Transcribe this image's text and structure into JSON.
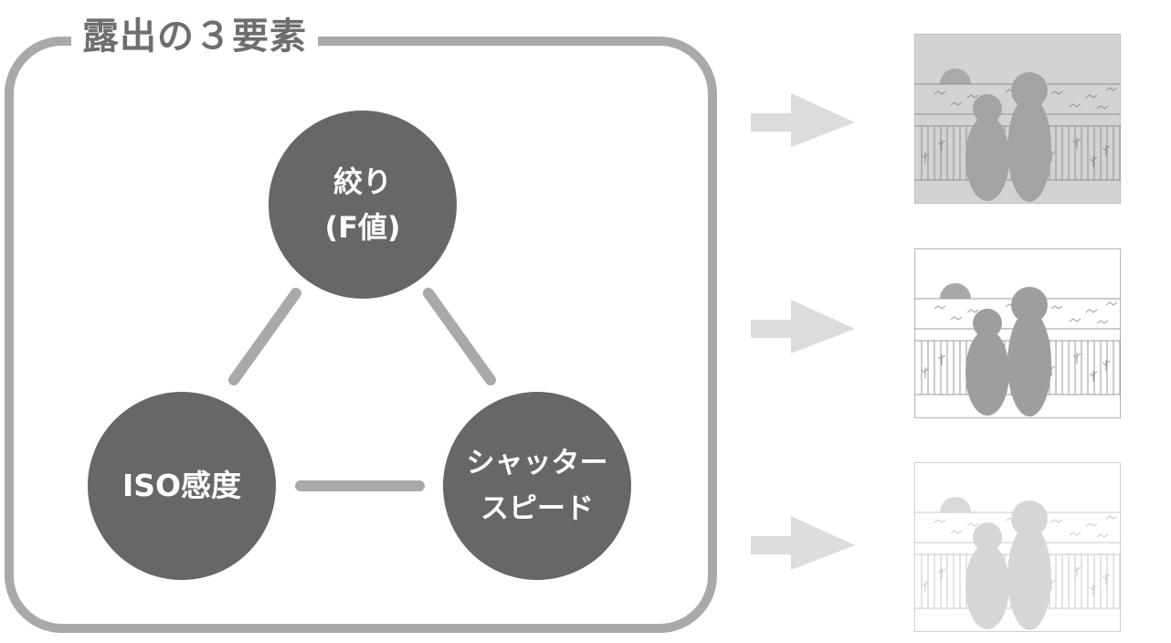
{
  "diagram": {
    "title": "露出の３要素",
    "nodes": {
      "aperture": {
        "line1": "絞り",
        "line2": "(F値)"
      },
      "iso": {
        "label": "ISO感度"
      },
      "shutter": {
        "line1": "シャッター",
        "line2": "スピード"
      }
    },
    "colors": {
      "circle": "#676767",
      "frame": "#a9a9a9",
      "connector": "#a9a9a9",
      "arrow": "#dcdcdc",
      "title": "#6e6e6e"
    }
  },
  "results": [
    {
      "exposure": "dark"
    },
    {
      "exposure": "normal"
    },
    {
      "exposure": "bright"
    }
  ]
}
